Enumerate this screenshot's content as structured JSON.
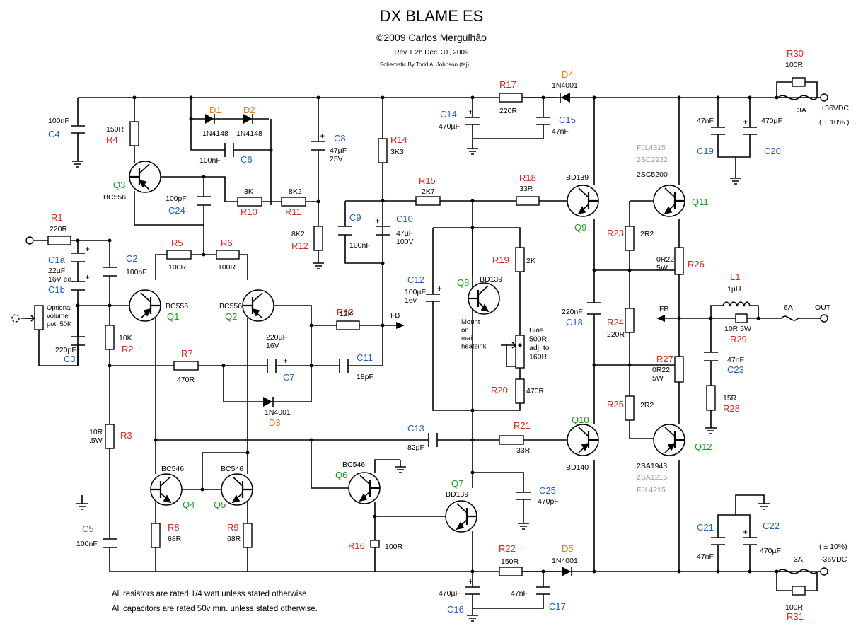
{
  "header": {
    "title": "DX BLAME ES",
    "copyright": "©2009 Carlos Mergulhão",
    "revision": "Rev 1.2b   Dec. 31, 2009",
    "credit": "Schematic By Todd A. Johnson (taj)"
  },
  "notes": {
    "line1": "All resistors are rated 1/4 watt unless stated otherwise.",
    "line2": "All capacitors are rated 50v min. unless stated otherwise."
  },
  "rails": {
    "pos": "+36VDC",
    "pos_tol": "( ± 10% )",
    "neg": "-36VDC",
    "neg_tol": "( ± 10%)",
    "fuse": "3A",
    "out_fuse": "6A",
    "out": "OUT",
    "fb": "FB"
  },
  "colors": {
    "ref_red": "#e2231a",
    "ref_blue": "#1f5fc8",
    "ref_green": "#1a9a1a",
    "ref_orange": "#e87a10",
    "alt_gray": "#9a9a9a"
  },
  "components": [
    {
      "id": "r1",
      "ref": "R1",
      "value": "220R",
      "cls": "lr"
    },
    {
      "id": "r2",
      "ref": "R2",
      "value": "10K",
      "cls": "lr"
    },
    {
      "id": "r3",
      "ref": "R3",
      "value": "10R\n.5W",
      "cls": "lr"
    },
    {
      "id": "r4",
      "ref": "R4",
      "value": "150R",
      "cls": "lr"
    },
    {
      "id": "r5",
      "ref": "R5",
      "value": "100R",
      "cls": "lr"
    },
    {
      "id": "r6",
      "ref": "R6",
      "value": "100R",
      "cls": "lr"
    },
    {
      "id": "r7",
      "ref": "R7",
      "value": "470R",
      "cls": "lr"
    },
    {
      "id": "r8",
      "ref": "R8",
      "value": "68R",
      "cls": "lr"
    },
    {
      "id": "r9",
      "ref": "R9",
      "value": "68R",
      "cls": "lr"
    },
    {
      "id": "r10",
      "ref": "R10",
      "value": "3K",
      "cls": "lr"
    },
    {
      "id": "r11",
      "ref": "R11",
      "value": "8K2",
      "cls": "lr"
    },
    {
      "id": "r12",
      "ref": "R12",
      "value": "8K2",
      "cls": "lr"
    },
    {
      "id": "r13",
      "ref": "R13",
      "value": "12K",
      "cls": "lr"
    },
    {
      "id": "r14",
      "ref": "R14",
      "value": "3K3",
      "cls": "lr"
    },
    {
      "id": "r15",
      "ref": "R15",
      "value": "2K7",
      "cls": "lr"
    },
    {
      "id": "r16",
      "ref": "R16",
      "value": "100R",
      "cls": "lr"
    },
    {
      "id": "r17",
      "ref": "R17",
      "value": "220R",
      "cls": "lr"
    },
    {
      "id": "r18",
      "ref": "R18",
      "value": "33R",
      "cls": "lr"
    },
    {
      "id": "r19",
      "ref": "R19",
      "value": "2K",
      "cls": "lr"
    },
    {
      "id": "r20",
      "ref": "R20",
      "value": "470R",
      "cls": "lr"
    },
    {
      "id": "r21",
      "ref": "R21",
      "value": "33R",
      "cls": "lr"
    },
    {
      "id": "r22",
      "ref": "R22",
      "value": "150R",
      "cls": "lr"
    },
    {
      "id": "r23",
      "ref": "R23",
      "value": "2R2",
      "cls": "lr"
    },
    {
      "id": "r24",
      "ref": "R24",
      "value": "220R",
      "cls": "lr"
    },
    {
      "id": "r25",
      "ref": "R25",
      "value": "2R2",
      "cls": "lr"
    },
    {
      "id": "r26",
      "ref": "R26",
      "value": "0R22\n5W",
      "cls": "lr"
    },
    {
      "id": "r27",
      "ref": "R27",
      "value": "0R22\n5W",
      "cls": "lr"
    },
    {
      "id": "r28",
      "ref": "R28",
      "value": "15R",
      "cls": "lr"
    },
    {
      "id": "r29",
      "ref": "R29",
      "value": "10R 5W",
      "cls": "lr"
    },
    {
      "id": "r30",
      "ref": "R30",
      "value": "100R",
      "cls": "lr"
    },
    {
      "id": "r31",
      "ref": "R31",
      "value": "100R",
      "cls": "lr"
    },
    {
      "id": "c1a",
      "ref": "C1a",
      "value": "22µF\n16V ea.",
      "cls": "lb"
    },
    {
      "id": "c1b",
      "ref": "C1b",
      "value": "",
      "cls": "lb"
    },
    {
      "id": "c2",
      "ref": "C2",
      "value": "100nF",
      "cls": "lb"
    },
    {
      "id": "c3",
      "ref": "C3",
      "value": "220pF",
      "cls": "lb"
    },
    {
      "id": "c4",
      "ref": "C4",
      "value": "100nF",
      "cls": "lb"
    },
    {
      "id": "c5",
      "ref": "C5",
      "value": "100nF",
      "cls": "lb"
    },
    {
      "id": "c6",
      "ref": "C6",
      "value": "100nF",
      "cls": "lb"
    },
    {
      "id": "c7",
      "ref": "C7",
      "value": "220µF\n16V",
      "cls": "lb"
    },
    {
      "id": "c8",
      "ref": "C8",
      "value": "47µF\n25V",
      "cls": "lb"
    },
    {
      "id": "c9",
      "ref": "C9",
      "value": "100nF",
      "cls": "lb"
    },
    {
      "id": "c10",
      "ref": "C10",
      "value": "47µF\n100V",
      "cls": "lb"
    },
    {
      "id": "c11",
      "ref": "C11",
      "value": "18pF",
      "cls": "lb"
    },
    {
      "id": "c12",
      "ref": "C12",
      "value": "100µF\n16v",
      "cls": "lb"
    },
    {
      "id": "c13",
      "ref": "C13",
      "value": "82pF",
      "cls": "lb"
    },
    {
      "id": "c14",
      "ref": "C14",
      "value": "470µF",
      "cls": "lb"
    },
    {
      "id": "c15",
      "ref": "C15",
      "value": "47nF",
      "cls": "lb"
    },
    {
      "id": "c16",
      "ref": "C16",
      "value": "470µF",
      "cls": "lb"
    },
    {
      "id": "c17",
      "ref": "C17",
      "value": "47nF",
      "cls": "lb"
    },
    {
      "id": "c18",
      "ref": "C18",
      "value": "220nF",
      "cls": "lb"
    },
    {
      "id": "c19",
      "ref": "C19",
      "value": "47nF",
      "cls": "lb"
    },
    {
      "id": "c20",
      "ref": "C20",
      "value": "470µF",
      "cls": "lb"
    },
    {
      "id": "c21",
      "ref": "C21",
      "value": "47nF",
      "cls": "lb"
    },
    {
      "id": "c22",
      "ref": "C22",
      "value": "470µF",
      "cls": "lb"
    },
    {
      "id": "c23",
      "ref": "C23",
      "value": "47nF",
      "cls": "lb"
    },
    {
      "id": "c24",
      "ref": "C24",
      "value": "100pF",
      "cls": "lb"
    },
    {
      "id": "c25",
      "ref": "C25",
      "value": "470pF",
      "cls": "lb"
    },
    {
      "id": "d1",
      "ref": "D1",
      "value": "1N4148",
      "cls": "lo"
    },
    {
      "id": "d2",
      "ref": "D2",
      "value": "1N4148",
      "cls": "lo"
    },
    {
      "id": "d3",
      "ref": "D3",
      "value": "1N4001",
      "cls": "lo"
    },
    {
      "id": "d4",
      "ref": "D4",
      "value": "1N4001",
      "cls": "lo"
    },
    {
      "id": "d5",
      "ref": "D5",
      "value": "1N4001",
      "cls": "lo"
    },
    {
      "id": "q1",
      "ref": "Q1",
      "value": "BC556",
      "cls": "lg"
    },
    {
      "id": "q2",
      "ref": "Q2",
      "value": "BC556",
      "cls": "lg"
    },
    {
      "id": "q3",
      "ref": "Q3",
      "value": "BC556",
      "cls": "lg"
    },
    {
      "id": "q4",
      "ref": "Q4",
      "value": "BC546",
      "cls": "lg"
    },
    {
      "id": "q5",
      "ref": "Q5",
      "value": "BC546",
      "cls": "lg"
    },
    {
      "id": "q6",
      "ref": "Q6",
      "value": "BC546",
      "cls": "lg"
    },
    {
      "id": "q7",
      "ref": "Q7",
      "value": "BD139",
      "cls": "lg"
    },
    {
      "id": "q8",
      "ref": "Q8",
      "value": "BD139",
      "cls": "lg"
    },
    {
      "id": "q9",
      "ref": "Q9",
      "value": "BD139",
      "cls": "lg"
    },
    {
      "id": "q10",
      "ref": "Q10",
      "value": "BD140",
      "cls": "lg"
    },
    {
      "id": "q11",
      "ref": "Q11",
      "value": "2SC5200",
      "cls": "lg"
    },
    {
      "id": "q12",
      "ref": "Q12",
      "value": "2SA1943",
      "cls": "lg"
    },
    {
      "id": "l1",
      "ref": "L1",
      "value": "1µH",
      "cls": "lr"
    }
  ],
  "alternates": {
    "q11_alt1": "FJL4315",
    "q11_alt2": "2SC2922",
    "q12_alt1": "2SA1216",
    "q12_alt2": "FJL4215"
  },
  "misc": {
    "pot_label": "Optional\nvolume\npot: 50K",
    "mount_label": "Mount\non\nmain\nheatsink",
    "bias_label": "Bias\n500R\nadj. to\n160R"
  }
}
